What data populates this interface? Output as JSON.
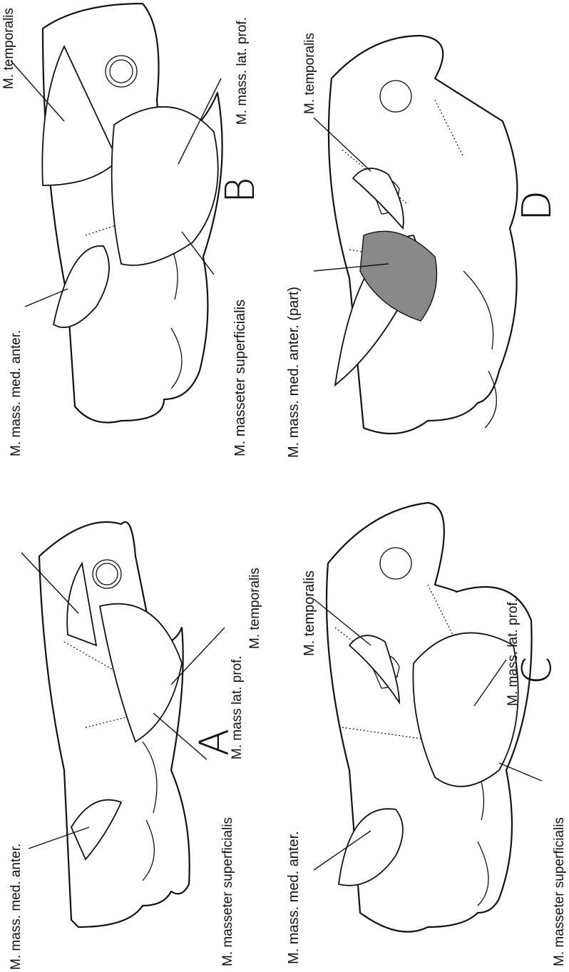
{
  "panels": {
    "A": {
      "letter": "A",
      "labels": {
        "med_anter": "M. mass. med. anter.",
        "temporalis": "M. temporalis",
        "lat_prof": "M. mass  lat. prof.",
        "superficialis": "M. masseter superficialis"
      }
    },
    "B": {
      "letter": "B",
      "labels": {
        "med_anter": "M. mass. med. anter.",
        "temporalis": "M. temporalis",
        "lat_prof": "M. mass. lat. prof.",
        "superficialis": "M. masseter  superficialis"
      }
    },
    "C": {
      "letter": "C",
      "labels": {
        "med_anter": "M. mass. med. anter.",
        "temporalis": "M. temporalis",
        "lat_prof": "M. mass. lat. prof.",
        "superficialis": "M. masseter  superficialis"
      }
    },
    "D": {
      "letter": "D",
      "labels": {
        "med_anter_part": "M. mass. med. anter. (part)",
        "temporalis": "M. temporalis"
      }
    }
  }
}
